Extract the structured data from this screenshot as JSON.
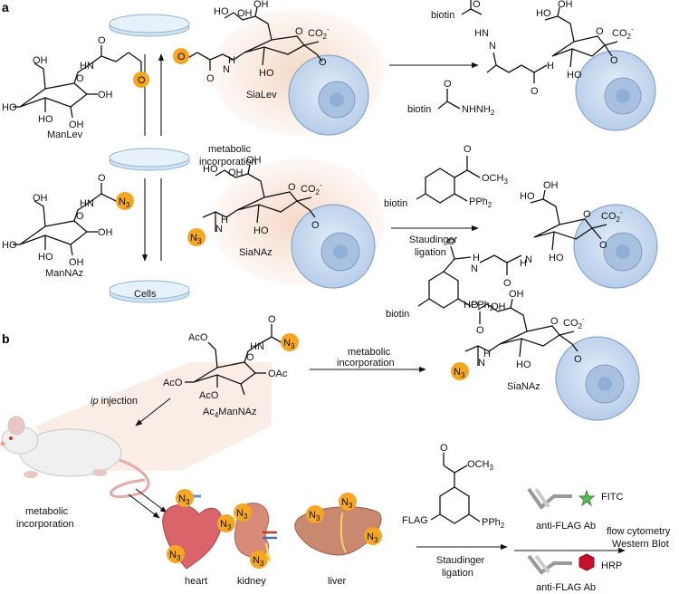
{
  "panels": {
    "a": "a",
    "b": "b"
  },
  "labels": {
    "manlev": "ManLev",
    "manNAz": "ManNAz",
    "sialev": "SiaLev",
    "sianaz_a": "SiaNAz",
    "sianaz_b": "SiaNAz",
    "ac4mannaz": "Ac",
    "ac4_sub": "4",
    "ac4_rest": "ManNAz",
    "cells": "Cells",
    "metabolic_a1": "metabolic",
    "metabolic_a2": "incorporation",
    "metabolic_b1": "metabolic",
    "metabolic_b2": "incorporation",
    "metabolic_c1": "metabolic",
    "metabolic_c2": "incorporation",
    "ip_italic": "ip",
    "ip_rest": " injection",
    "staudinger1": "Staudinger",
    "staudinger2": "ligation",
    "staudinger_b1": "Staudinger",
    "staudinger_b2": "ligation",
    "biotin": "biotin",
    "biotin_hydrazide_left": "biotin",
    "biotin_hydrazide_right": "NHNH",
    "hydrazide_sub": "2",
    "heart": "heart",
    "kidney": "kidney",
    "liver": "liver",
    "flag": "FLAG",
    "fitc": "FITC",
    "hrp": "HRP",
    "anti_flag_1": "anti-FLAG Ab",
    "anti_flag_2": "anti-FLAG Ab",
    "flow": "flow cytometry",
    "western": "Western Blot",
    "n3": "N",
    "n3_sub": "3",
    "co2": "CO",
    "co2_sub": "2",
    "co2_sup": "-",
    "och3": "OCH",
    "och3_sub": "3",
    "pph2": "PPh",
    "pph2_sub": "2",
    "oh": "OH",
    "ho": "HO",
    "o": "O",
    "hn": "HN",
    "h": "H",
    "n": "N",
    "oac": "OAc",
    "aco": "AcO"
  },
  "colors": {
    "azide_highlight": "#f5a623",
    "cell_fill": "#c9daf0",
    "cell_outline": "#8aa5c9",
    "dish_fill": "#cfe3f2",
    "glow": "#f4d7c4",
    "mouse": "#eeeeee",
    "organ_heart": "#d9646a",
    "organ_kidney": "#d98b7a",
    "organ_liver": "#c98970",
    "fitc_star": "#5cb85c",
    "hrp_hex": "#c8102e"
  }
}
